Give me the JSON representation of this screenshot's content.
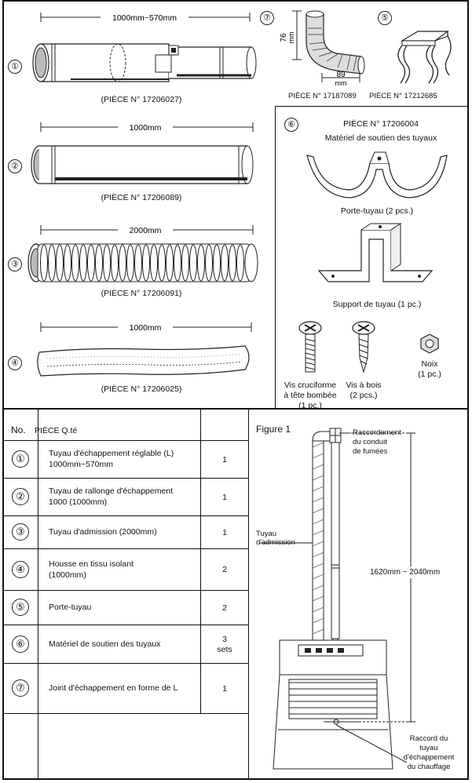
{
  "parts": [
    {
      "num": "①",
      "dim": "1000mm~570mm",
      "piece": "(PIÈCE N° 17206027)"
    },
    {
      "num": "②",
      "dim": "1000mm",
      "piece": "(PIÈCE N° 17206089)"
    },
    {
      "num": "③",
      "dim": "2000mm",
      "piece": "(PIÈCE N° 17206091)"
    },
    {
      "num": "④",
      "dim": "1000mm",
      "piece": "(PIÈCE N° 17206025)"
    }
  ],
  "elbow": {
    "num": "⑦",
    "h_dim": "76",
    "h_unit": "mm",
    "w_dim": "89",
    "w_unit": "mm",
    "piece": "PIÈCE N° 17187089"
  },
  "clip": {
    "num": "⑤",
    "piece": "PIÈCE N° 17212685"
  },
  "support": {
    "num": "⑥",
    "piece": "PIÈCE N° 17206004",
    "title": "Matériel de soutien des tuyaux",
    "holder_label": "Porte-tuyau (2 pcs.)",
    "bracket_label": "Support de tuyau (1 pc.)",
    "screw1": [
      "Vis cruciforme",
      "à tête bombée",
      "(1 pc.)"
    ],
    "screw2": [
      "Vis à bois",
      "(2 pcs.)"
    ],
    "nut": [
      "Noix",
      "(1 pc.)"
    ]
  },
  "table": {
    "header_no": "No.",
    "header_piece": "PIÈCE Q.té",
    "rows": [
      {
        "num": "①",
        "desc": [
          "Tuyau d'échappement réglable (L)",
          "1000mm~570mm"
        ],
        "qty": [
          "1"
        ]
      },
      {
        "num": "②",
        "desc": [
          "Tuyau de rallonge d'échappement",
          "1000 (1000mm)"
        ],
        "qty": [
          "1"
        ]
      },
      {
        "num": "③",
        "desc": [
          "Tuyau d'admission (2000mm)"
        ],
        "qty": [
          "1"
        ]
      },
      {
        "num": "④",
        "desc": [
          "Housse en tissu isolant",
          "(1000mm)"
        ],
        "qty": [
          "2"
        ]
      },
      {
        "num": "⑤",
        "desc": [
          "Porte-tuyau"
        ],
        "qty": [
          "2"
        ]
      },
      {
        "num": "⑥",
        "desc": [
          "Matériel de soutien des tuyaux"
        ],
        "qty": [
          "3",
          "sets"
        ]
      },
      {
        "num": "⑦",
        "desc": [
          "Joint d'échappement en forme de L"
        ],
        "qty": [
          "1"
        ]
      }
    ]
  },
  "figure": {
    "title": "Figure 1",
    "flue": [
      "Raccordement",
      "du conduit",
      "de fumées"
    ],
    "intake": [
      "Tuyau",
      "d'admission"
    ],
    "height": "1620mm ~ 2040mm",
    "heater": [
      "Raccord du",
      "tuyau",
      "d'échappement",
      "du chauffage"
    ]
  }
}
